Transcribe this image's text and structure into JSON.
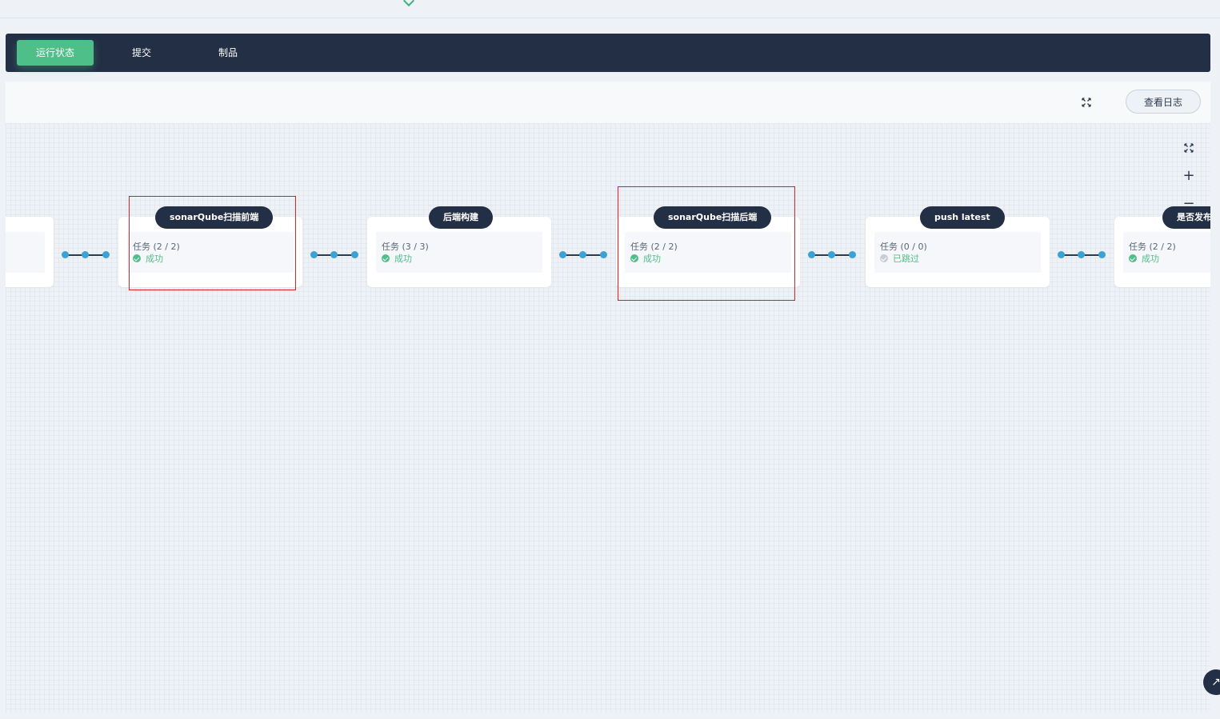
{
  "tabs": [
    {
      "label": "运行状态",
      "active": true
    },
    {
      "label": "提交",
      "active": false
    },
    {
      "label": "制品",
      "active": false
    }
  ],
  "toolbar": {
    "fullscreen_icon": "fullscreen-icon",
    "log_button": "查看日志"
  },
  "canvas_controls": {
    "fit_icon": "fullscreen-icon",
    "zoom_in": "+",
    "zoom_out": "−"
  },
  "stages": [
    {
      "name": "sonarQube扫描前端",
      "tasks": "任务 (2 / 2)",
      "status": "成功",
      "status_type": "success"
    },
    {
      "name": "后端构建",
      "tasks": "任务 (3 / 3)",
      "status": "成功",
      "status_type": "success"
    },
    {
      "name": "sonarQube扫描后端",
      "tasks": "任务 (2 / 2)",
      "status": "成功",
      "status_type": "success"
    },
    {
      "name": "push latest",
      "tasks": "任务 (0 / 0)",
      "status": "已跳过",
      "status_type": "skipped"
    },
    {
      "name": "是否发布",
      "tasks": "任务 (2 / 2)",
      "status": "成功",
      "status_type": "success"
    }
  ],
  "colors": {
    "nav_bg": "#232f45",
    "active_tab": "#4fbf8a",
    "success": "#4fbf8a",
    "skipped": "#c7cdd5",
    "connector_dot": "#3aa2d4"
  }
}
